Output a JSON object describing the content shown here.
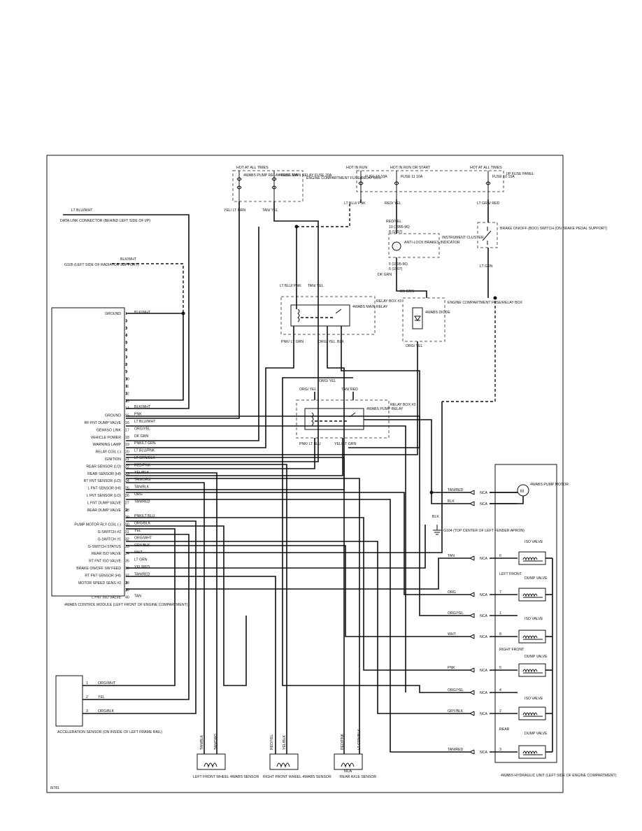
{
  "fuse_boxes": {
    "engine_fuse": {
      "header": "HOT AT ALL TIMES",
      "fuse1": "4WABS PUMP RELAY FUSE 30A",
      "fuse2": "4WABS MAIN RELAY FUSE 20A",
      "label": "ENGINE COMPARTMENT FUSE/RELAY BOX"
    },
    "ip_fuse": {
      "header1": "HOT IN RUN",
      "header2": "HOT IN RUN OR START",
      "header3": "HOT AT ALL TIMES",
      "fuse1": "FUSE 18 10A",
      "fuse2": "FUSE 11 10A",
      "fuse3": "FUSE 10 15A",
      "label": "I/P FUSE PANEL"
    }
  },
  "connectors": {
    "data_link": "DATA LINK CONNECTOR (BEHIND LEFT SIDE OF I/P)",
    "g105": "G105 (LEFT SIDE OF RADIATOR SUPPORT)",
    "g104": "G104 (TOP CENTER OF LEFT FENDER APRON)",
    "dlc_wire": "LT BLU/WHT",
    "g105_wire": "BLK/WHT"
  },
  "components": {
    "relay_box3_main": "RELAY BOX #3",
    "main_relay": "4WABS MAIN RELAY",
    "pump_relay_box": "RELAY BOX #3",
    "pump_relay": "4WABS PUMP RELAY",
    "diode_box": "ENGINE COMPARTMENT FUSE/RELAY BOX",
    "diode": "4WABS DIODE",
    "cluster": "INSTRUMENT CLUSTER",
    "indicator": "ANTI-LOCK BRAKES INDICATOR",
    "brake_switch": "BRAKE ON/OFF (BOO) SWITCH (ON BRAKE PEDAL SUPPORT)",
    "pump_motor": "4WABS PUMP MOTOR",
    "control_module": "4WABS CONTROL MODULE (LEFT FRONT OF ENGINE COMPARTMENT)",
    "hydraulic_unit": "4WABS HYDRAULIC UNIT (LEFT SIDE OF ENGINE COMPARTMENT)",
    "accel_sensor": "ACCELERATION SENSOR (ON INSIDE OF LEFT FRAME RAIL)",
    "lf_sensor": "LEFT FRONT WHEEL 4WABS SENSOR",
    "rf_sensor": "RIGHT FRONT WHEEL 4WABS SENSOR",
    "rear_sensor": "REAR AXLE SENSOR",
    "motor_letter": "M",
    "fig_id": "8/781"
  },
  "cluster_pins": {
    "pin10": "10 (1995-96)",
    "pin8": "8 (1997)",
    "pin5": "5 (1995-96)",
    "pin6": "6 (1997)"
  },
  "wires": {
    "yel_ltgrn": "YEL/ LT GRN",
    "tan_yel": "TAN/ YEL",
    "ltblu_pnk": "LT BLU/ PNK",
    "red_yel": "RED/ YEL",
    "ltgrn_red": "LT GRN/ RED",
    "red_yel2": "RED/YEL",
    "dk_grn": "DK GRN",
    "lt_grn": "LT GRN",
    "ltblu_pnk2": "LT BLU/ PNK",
    "tan_yel2": "TAN/ YEL",
    "pnk_ltgrn": "PNK/ LT GRN",
    "org_yel": "ORG/ YEL",
    "blk": "BLK",
    "dk_grn2": "DK GRN",
    "org_yel3": "ORG/ YEL",
    "org_yel4": "ORG/ YEL",
    "org_yel5": "ORG/ YEL",
    "tan_red": "TAN/ RED",
    "pnk_ltblu": "PNK/ LT BLU",
    "yel_ltgrn2": "YEL/ LT GRN",
    "blk_g104": "BLK"
  },
  "module_pins": [
    {
      "n": "1",
      "label": "GROUND",
      "wire": "BLK/WHT"
    },
    {
      "n": "2",
      "label": "",
      "wire": ""
    },
    {
      "n": "3",
      "label": "",
      "wire": ""
    },
    {
      "n": "4",
      "label": "",
      "wire": ""
    },
    {
      "n": "5",
      "label": "",
      "wire": ""
    },
    {
      "n": "6",
      "label": "",
      "wire": ""
    },
    {
      "n": "7",
      "label": "",
      "wire": ""
    },
    {
      "n": "8",
      "label": "",
      "wire": ""
    },
    {
      "n": "9",
      "label": "",
      "wire": ""
    },
    {
      "n": "10",
      "label": "",
      "wire": ""
    },
    {
      "n": "11",
      "label": "",
      "wire": ""
    },
    {
      "n": "12",
      "label": "",
      "wire": ""
    },
    {
      "n": "13",
      "label": "",
      "wire": ""
    },
    {
      "n": "14",
      "label": "",
      "wire": "BLK/WHT"
    },
    {
      "n": "15",
      "label": "GROUND",
      "wire": "PNK"
    },
    {
      "n": "16",
      "label": "RF FNT DUMP VALVE",
      "wire": "LT BLU/WHT"
    },
    {
      "n": "17",
      "label": "GEM/ISO LINK",
      "wire": "ORG/YEL"
    },
    {
      "n": "18",
      "label": "VEHICLE POWER",
      "wire": "DK GRN"
    },
    {
      "n": "19",
      "label": "WARNING LAMP",
      "wire": "PNK/LT GRN"
    },
    {
      "n": "20",
      "label": "RELAY COIL (-)",
      "wire": "LT BLU/PNK"
    },
    {
      "n": "21",
      "label": "IGNITION",
      "wire": "LT GRN/BLK"
    },
    {
      "n": "22",
      "label": "REAR SENSOR (LO)",
      "wire": "RED/PNK"
    },
    {
      "n": "23",
      "label": "REAR SENSOR (HI)",
      "wire": "YEL/BLK"
    },
    {
      "n": "24",
      "label": "RT FNT SENSOR (LO)",
      "wire": "TAN/ORG"
    },
    {
      "n": "25",
      "label": "L FNT SENSOR (HI)",
      "wire": "TAN/BLK"
    },
    {
      "n": "26",
      "label": "L FNT SENSOR (LO)",
      "wire": "ORG"
    },
    {
      "n": "27",
      "label": "L FNT DUMP VALVE",
      "wire": "TAN/RED"
    },
    {
      "n": "28",
      "label": "REAR DUMP VALVE",
      "wire": ""
    },
    {
      "n": "29",
      "label": "",
      "wire": "PNK/LT BLU"
    },
    {
      "n": "30",
      "label": "PUMP MOTOR RLY COIL (-)",
      "wire": "ORG/BLK"
    },
    {
      "n": "31",
      "label": "G-SWITCH #2",
      "wire": "YEL"
    },
    {
      "n": "32",
      "label": "G-SWITCH #1",
      "wire": "ORG/WHT"
    },
    {
      "n": "33",
      "label": "G-SWITCH STATUS",
      "wire": "GRY/BLK"
    },
    {
      "n": "34",
      "label": "REAR ISO VALVE",
      "wire": "WHT"
    },
    {
      "n": "35",
      "label": "RT FNT ISO VALVE",
      "wire": "LT GRN"
    },
    {
      "n": "36",
      "label": "BRAKE ON/OFF SW FEED",
      "wire": "YEL/RED"
    },
    {
      "n": "37",
      "label": "RT FNT SENSOR (HI)",
      "wire": "TAN/RED"
    },
    {
      "n": "38",
      "label": "MOTOR SPEED SENS #2",
      "wire": ""
    },
    {
      "n": "39",
      "label": "",
      "wire": ""
    },
    {
      "n": "40",
      "label": "L FNT ISO VALVE",
      "wire": "TAN"
    }
  ],
  "accel_pins": [
    {
      "n": "1",
      "wire": "ORG/WHT"
    },
    {
      "n": "2",
      "wire": "YEL"
    },
    {
      "n": "3",
      "wire": "ORG/BLK"
    }
  ],
  "hcu_rows": [
    {
      "wire": "TAN/RED",
      "nca": "NCA",
      "pin": ""
    },
    {
      "wire": "BLK",
      "nca": "NCA",
      "pin": ""
    },
    {
      "wire": "TAN",
      "nca": "NCA",
      "pin": "6"
    },
    {
      "wire": "ORG",
      "nca": "NCA",
      "pin": "7"
    },
    {
      "wire": "ORG/YEL",
      "nca": "NCA",
      "pin": "1"
    },
    {
      "wire": "WHT",
      "nca": "NCA",
      "pin": "8"
    },
    {
      "wire": "PNK",
      "nca": "NCA",
      "pin": "5"
    },
    {
      "wire": "ORG/YEL",
      "nca": "NCA",
      "pin": "4"
    },
    {
      "wire": "GRY/BLK",
      "nca": "NCA",
      "pin": "2"
    },
    {
      "wire": "TAN/RED",
      "nca": "NCA",
      "pin": "3"
    }
  ],
  "hcu_labels": {
    "iso1": "ISO VALVE",
    "left_front": "LEFT FRONT",
    "dump1": "DUMP VALVE",
    "iso2": "ISO VALVE",
    "right_front": "RIGHT FRONT",
    "dump2": "DUMP VALVE",
    "iso3": "ISO VALVE",
    "rear": "REAR",
    "dump3": "DUMP VALVE"
  },
  "sensor_wires": {
    "lf_a": "TAN/BLK",
    "lf_b": "TAN/ORG",
    "rf_a": "RED/YEL",
    "rf_b": "YEL/BLK",
    "ra_a": "RED/PNK",
    "ra_b": "LT GRN/BLK",
    "ra_code": "NCA"
  }
}
